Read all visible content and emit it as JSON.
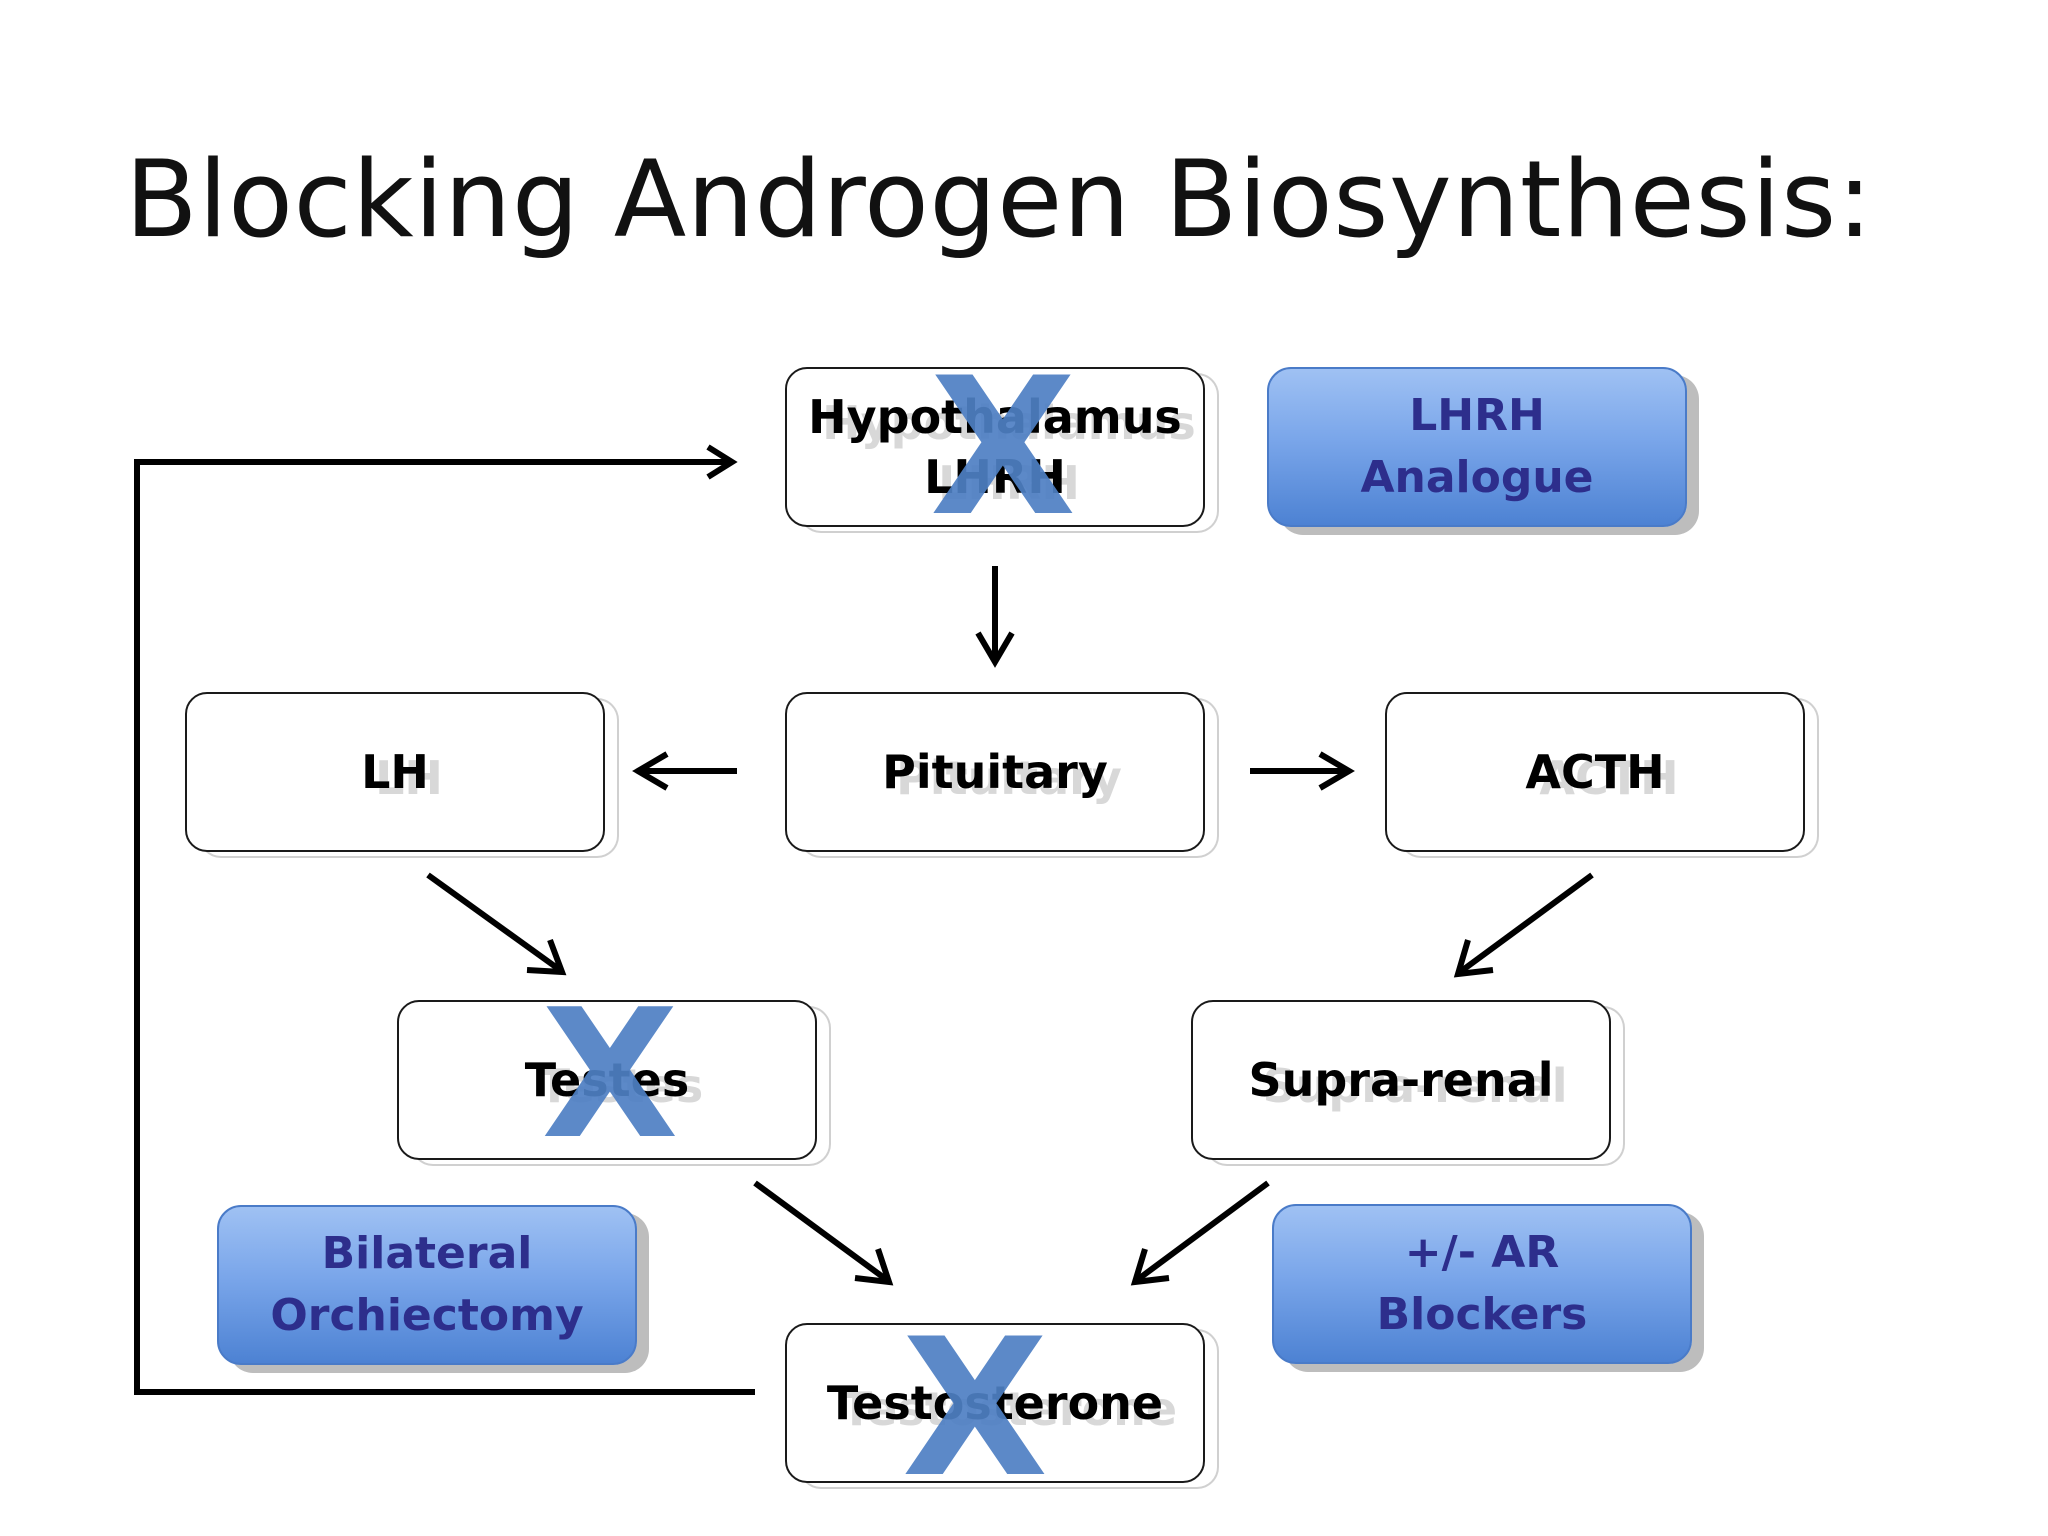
{
  "title": "Blocking Androgen Biosynthesis:",
  "nodes": {
    "hypothalamus": {
      "line1": "Hypothalamus",
      "line2": "LHRH"
    },
    "pituitary": {
      "label": "Pituitary"
    },
    "lh": {
      "label": "LH"
    },
    "acth": {
      "label": "ACTH"
    },
    "testes": {
      "label": "Testes"
    },
    "suprarenal": {
      "label": "Supra-renal"
    },
    "testosterone": {
      "label": "Testosterone"
    }
  },
  "interventions": {
    "lhrh_analogue": {
      "line1": "LHRH",
      "line2": "Analogue"
    },
    "bilateral_orchiectomy": {
      "line1": "Bilateral",
      "line2": "Orchiectomy"
    },
    "ar_blockers": {
      "line1": "+/- AR",
      "line2": "Blockers"
    }
  },
  "block_mark": "X",
  "colors": {
    "intervention_fill": "#7aa6ea",
    "intervention_text": "#2d2e8c",
    "block_mark": "#4f80c4"
  }
}
